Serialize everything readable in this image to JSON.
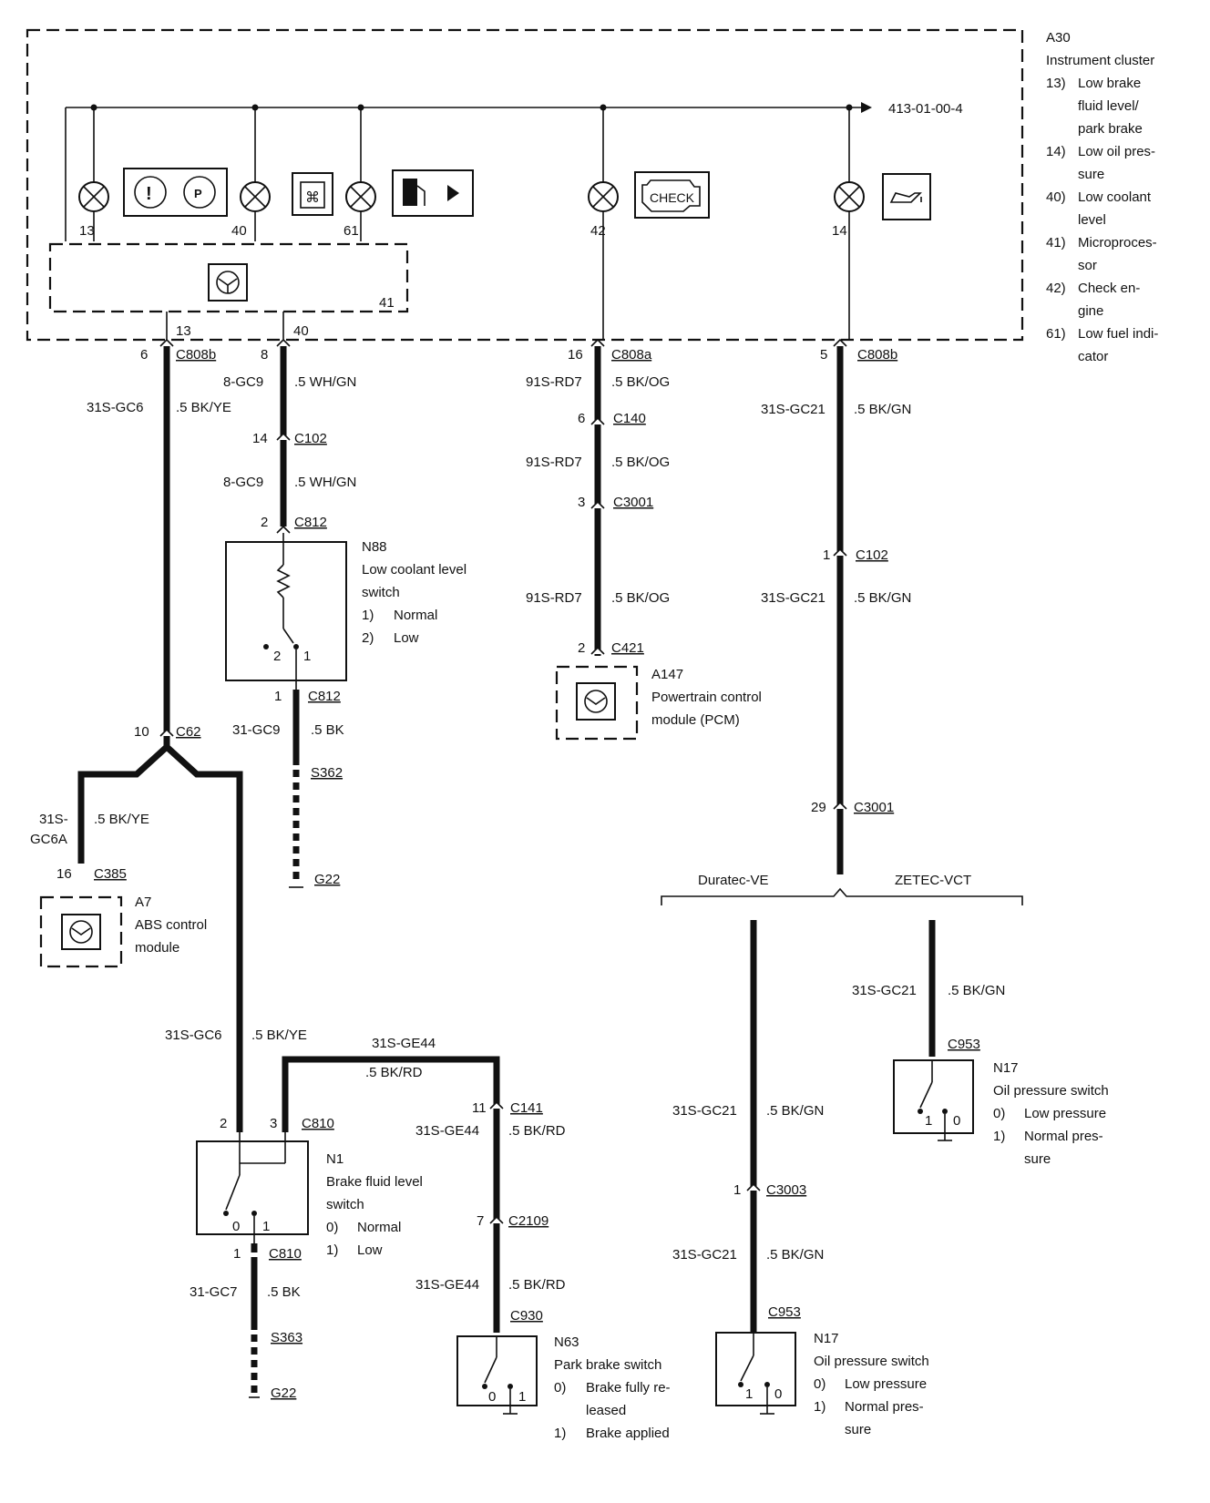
{
  "cluster": {
    "ref": "A30",
    "name": "Instrument cluster",
    "legend": [
      {
        "num": "13)",
        "lines": [
          "Low brake",
          "fluid level/",
          "park brake"
        ]
      },
      {
        "num": "14)",
        "lines": [
          "Low oil pres-",
          "sure"
        ]
      },
      {
        "num": "40)",
        "lines": [
          "Low coolant",
          "level"
        ]
      },
      {
        "num": "41)",
        "lines": [
          "Microproces-",
          "sor"
        ]
      },
      {
        "num": "42)",
        "lines": [
          "Check en-",
          "gine"
        ]
      },
      {
        "num": "61)",
        "lines": [
          "Low fuel indi-",
          "cator"
        ]
      }
    ],
    "bus_ref": "413-01-00-4",
    "lamps": [
      "13",
      "40",
      "61",
      "42",
      "14"
    ],
    "processor_num": "41",
    "check_label": "CHECK",
    "icons": [
      "brake-warning-icon",
      "coolant-icon",
      "fuel-pump-icon",
      "check-engine-icon",
      "oil-can-icon",
      "processor-icon"
    ],
    "internal_pins": [
      "13",
      "40"
    ]
  },
  "wires": {
    "left": {
      "pin_top": "6",
      "conn_top": "C808b",
      "circuit": "31S-GC6",
      "color": ".5 BK/YE",
      "splice_pin": "10",
      "splice_conn": "C62",
      "branch_circuit_a": "31S-",
      "branch_circuit_b": "GC6A",
      "branch_color": ".5 BK/YE",
      "abs_pin": "16",
      "abs_conn": "C385",
      "down_circuit": "31S-GC6",
      "down_color": ".5 BK/YE",
      "jumper_circuit": "31S-GE44",
      "jumper_color": ".5 BK/RD"
    },
    "coolant": {
      "pin_top": "8",
      "circuit": "8-GC9",
      "color": ".5 WH/GN",
      "c102_pin": "14",
      "c102": "C102",
      "circuit2": "8-GC9",
      "color2": ".5 WH/GN",
      "sw_pin": "2",
      "sw_conn": "C812",
      "out_pin": "1",
      "out_conn": "C812",
      "gnd_circuit": "31-GC9",
      "gnd_color": ".5 BK",
      "splice": "S362",
      "ground": "G22"
    },
    "pcm": {
      "pin_top": "16",
      "conn_top": "C808a",
      "circuit1": "91S-RD7",
      "color1": ".5 BK/OG",
      "c140_pin": "6",
      "c140": "C140",
      "circuit2": "91S-RD7",
      "color2": ".5 BK/OG",
      "c3001_pin": "3",
      "c3001": "C3001",
      "circuit3": "91S-RD7",
      "color3": ".5 BK/OG",
      "c421_pin": "2",
      "c421": "C421"
    },
    "oil": {
      "pin_top": "5",
      "conn_top": "C808b",
      "circuit1": "31S-GC21",
      "color1": ".5 BK/GN",
      "c102_pin": "1",
      "c102": "C102",
      "circuit2": "31S-GC21",
      "color2": ".5 BK/GN",
      "c3001_pin": "29",
      "c3001": "C3001",
      "variant_a": "Duratec-VE",
      "variant_b": "ZETEC-VCT",
      "zetec_circuit": "31S-GC21",
      "zetec_color": ".5 BK/GN",
      "zetec_conn": "C953",
      "duratec_circuit1": "31S-GC21",
      "duratec_color1": ".5 BK/GN",
      "c3003_pin": "1",
      "c3003": "C3003",
      "duratec_circuit2": "31S-GC21",
      "duratec_color2": ".5 BK/GN",
      "duratec_conn": "C953"
    },
    "brake": {
      "pin2": "2",
      "pin3": "3",
      "conn": "C810",
      "out_pin": "1",
      "out_conn": "C810",
      "gnd_circuit": "31-GC7",
      "gnd_color": ".5 BK",
      "splice": "S363",
      "ground": "G22"
    },
    "park": {
      "c141_pin": "11",
      "c141": "C141",
      "circuit1": "31S-GE44",
      "color1": ".5 BK/RD",
      "c2109_pin": "7",
      "c2109": "C2109",
      "circuit2": "31S-GE44",
      "color2": ".5 BK/RD",
      "conn": "C930"
    }
  },
  "components": {
    "n88": {
      "ref": "N88",
      "lines": [
        "Low coolant level",
        "switch"
      ],
      "states": [
        {
          "n": "1)",
          "s": "Normal"
        },
        {
          "n": "2)",
          "s": "Low"
        }
      ],
      "pins": [
        "2",
        "1"
      ]
    },
    "a147": {
      "ref": "A147",
      "lines": [
        "Powertrain control",
        "module (PCM)"
      ]
    },
    "a7": {
      "ref": "A7",
      "lines": [
        "ABS control",
        "module"
      ]
    },
    "n1": {
      "ref": "N1",
      "lines": [
        "Brake fluid level",
        "switch"
      ],
      "states": [
        {
          "n": "0)",
          "s": "Normal"
        },
        {
          "n": "1)",
          "s": "Low"
        }
      ],
      "pins": [
        "0",
        "1"
      ]
    },
    "n63": {
      "ref": "N63",
      "lines": [
        "Park brake switch"
      ],
      "states": [
        {
          "n": "0)",
          "s": "Brake fully re-",
          "s2": "leased"
        },
        {
          "n": "1)",
          "s": "Brake applied"
        }
      ],
      "pins": [
        "0",
        "1"
      ]
    },
    "n17a": {
      "ref": "N17",
      "lines": [
        "Oil pressure switch"
      ],
      "states": [
        {
          "n": "0)",
          "s": "Low pressure"
        },
        {
          "n": "1)",
          "s": "Normal pres-",
          "s2": "sure"
        }
      ],
      "pins": [
        "1",
        "0"
      ]
    },
    "n17b": {
      "ref": "N17",
      "lines": [
        "Oil pressure switch"
      ],
      "states": [
        {
          "n": "0)",
          "s": "Low pressure"
        },
        {
          "n": "1)",
          "s": "Normal pres-",
          "s2": "sure"
        }
      ],
      "pins": [
        "1",
        "0"
      ]
    }
  }
}
